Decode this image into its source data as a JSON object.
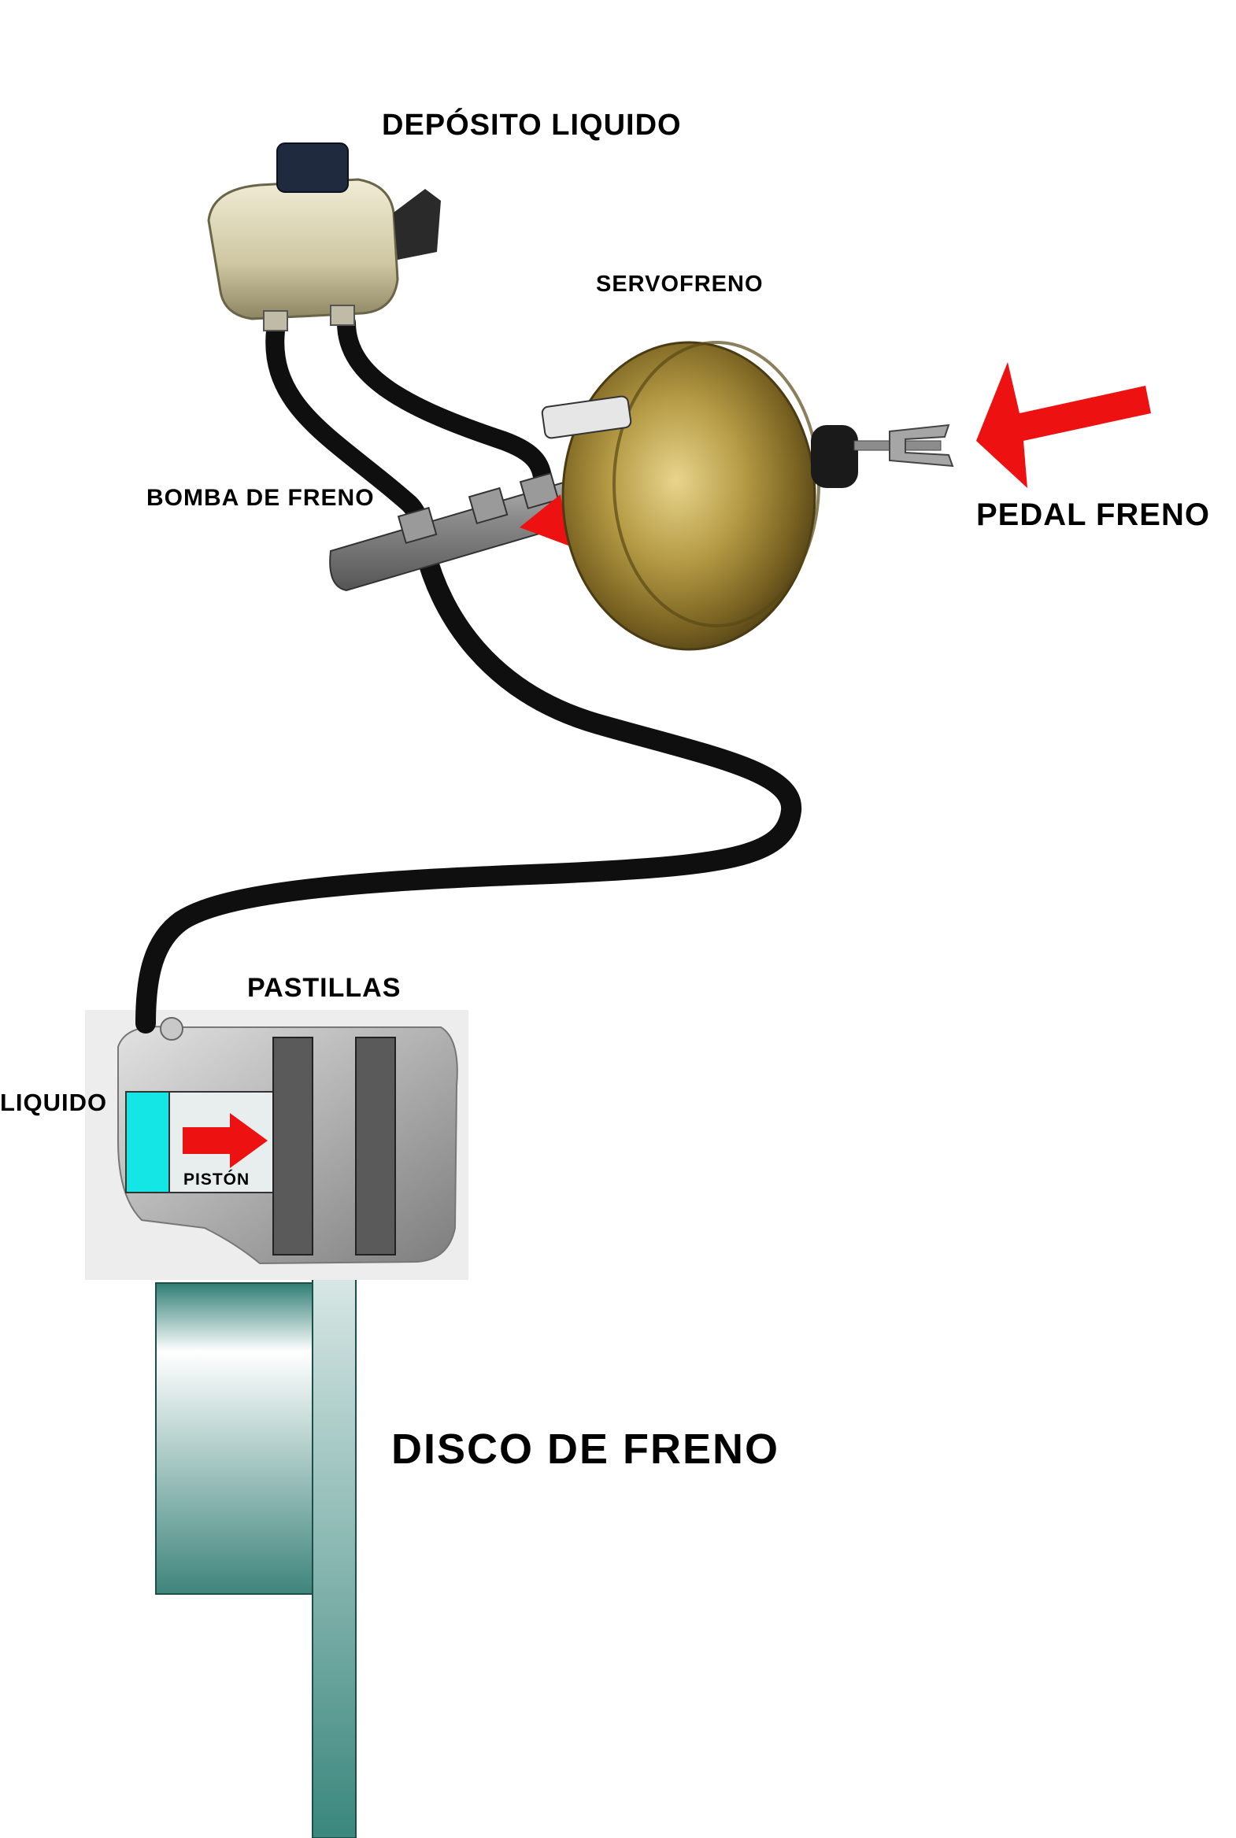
{
  "labels": {
    "deposito": "DEPÓSITO LIQUIDO",
    "servofreno": "SERVOFRENO",
    "bomba": "BOMBA DE FRENO",
    "pedal": "PEDAL FRENO",
    "pastillas": "PASTILLAS",
    "liquido": "LIQUIDO",
    "piston": "PISTÓN",
    "disco": "DISCO DE FRENO"
  },
  "colors": {
    "hose": "#0f0f0f",
    "arrow": "#ee1111",
    "fluid": "#14e6e6",
    "piston": "#e8eeee",
    "pad": "#5a5a5a",
    "disc_dark": "#2f7d74",
    "disc_light": "#ffffff",
    "brass": "#a88d3a",
    "reservoir": "#d8d2b4",
    "caliper": "#c9c9c9"
  }
}
